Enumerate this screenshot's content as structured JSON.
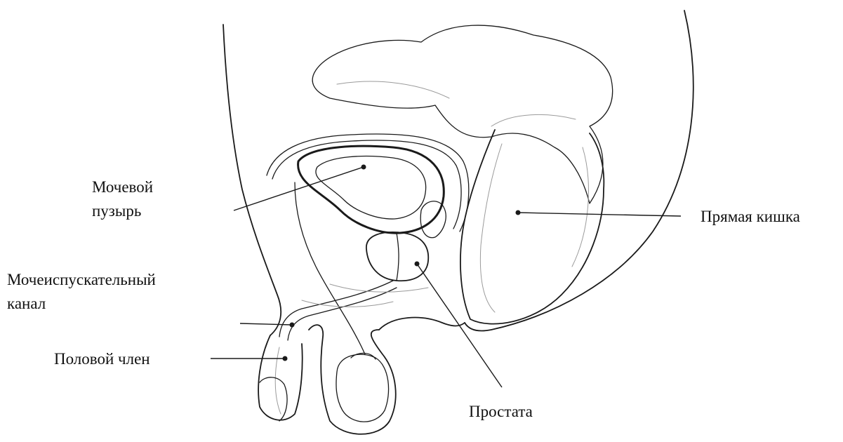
{
  "labels": {
    "bladder": [
      "Мочевой",
      "пузырь"
    ],
    "rectum": "Прямая кишка",
    "urethra": [
      "Мочеиспускательный",
      "канал"
    ],
    "penis": "Половой член",
    "prostate": "Простата"
  },
  "colors": {
    "line": "#1a1a1a",
    "background": "#ffffff"
  }
}
